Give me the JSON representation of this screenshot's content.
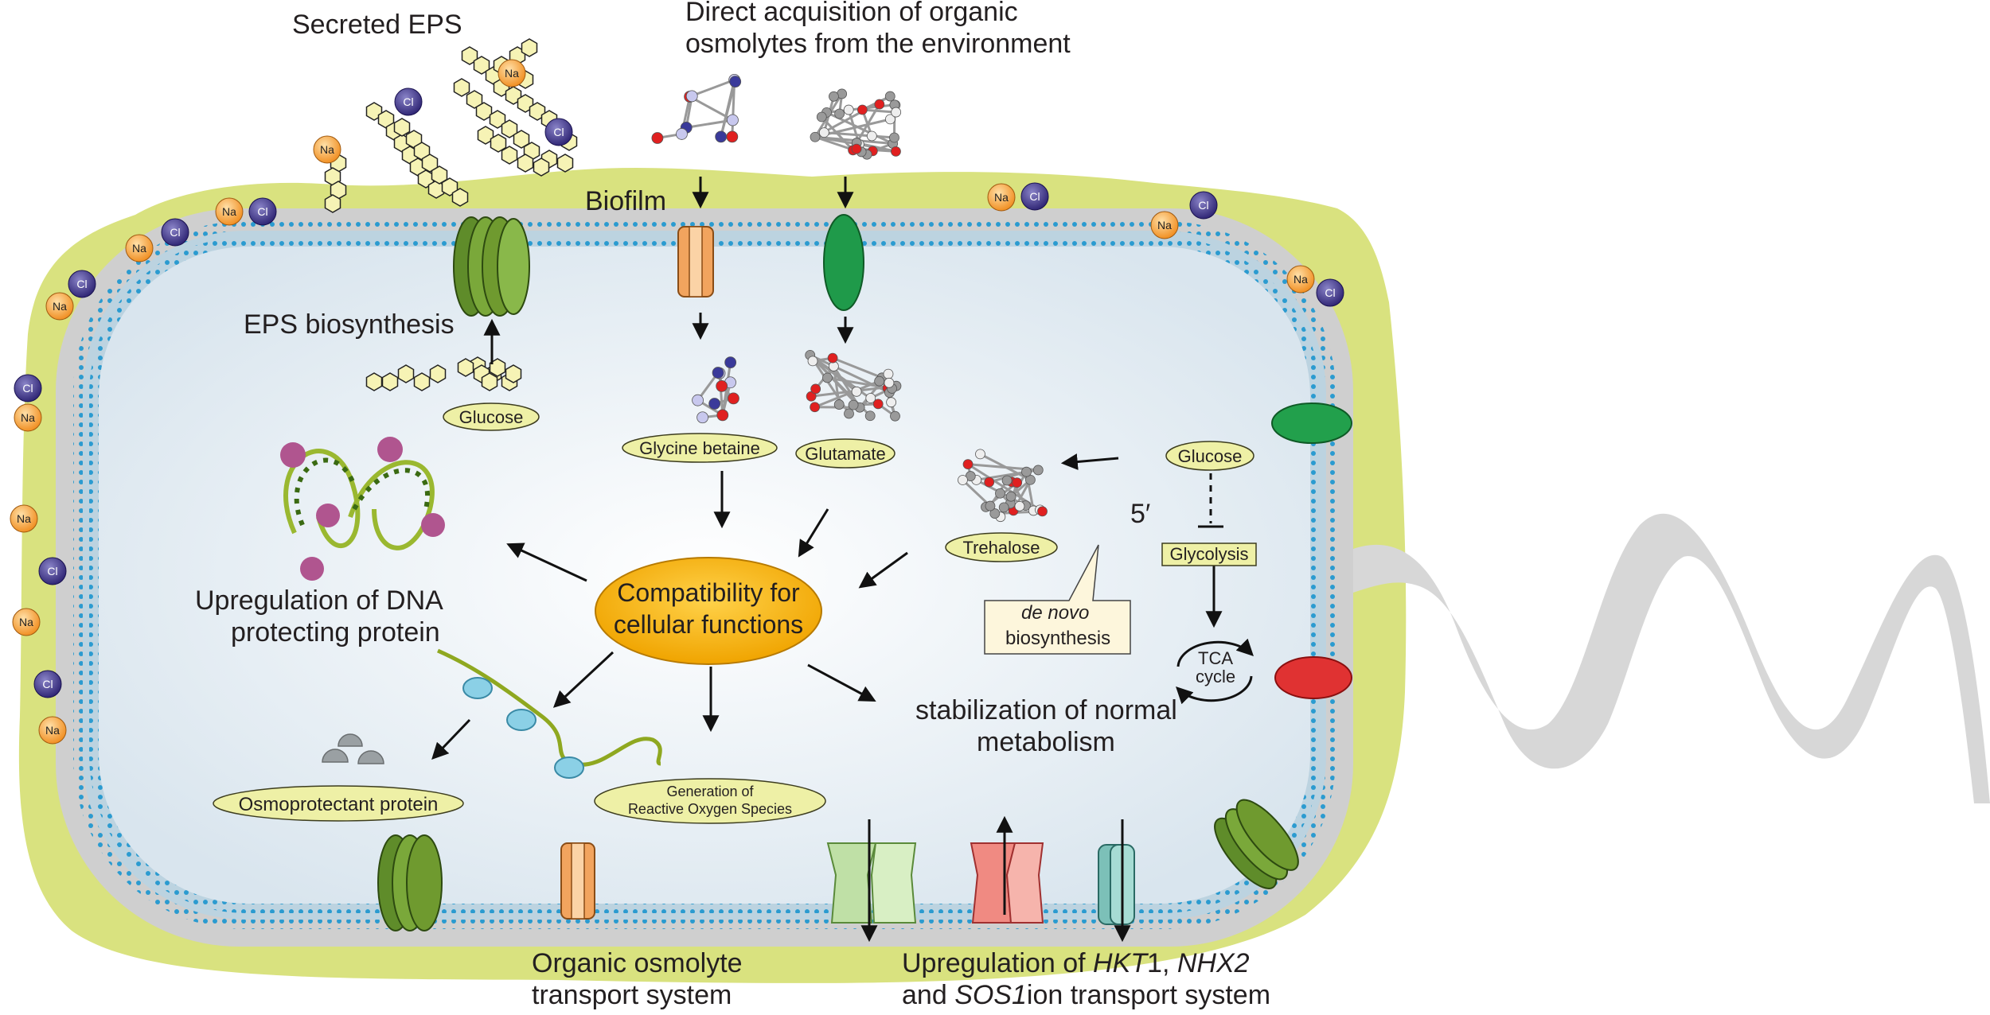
{
  "labels": {
    "secreted_eps": "Secreted EPS",
    "direct_acq_1": "Direct acquisition of organic",
    "direct_acq_2": "osmolytes  from the environment",
    "biofilm": "Biofilm",
    "eps_biosynthesis": "EPS biosynthesis",
    "upregulation_dna_1": "Upregulation of DNA",
    "upregulation_dna_2": "protecting protein",
    "compat_1": "Compatibility for",
    "compat_2": "cellular functions",
    "stabilization_1": "stabilization of normal",
    "stabilization_2": "metabolism",
    "organic_transport_1": "Organic osmolyte",
    "organic_transport_2": "transport system",
    "upreg_ion_1a": "Upregulation of ",
    "upreg_ion_1b": "HKT",
    "upreg_ion_1c": "1, ",
    "upreg_ion_1d": "NHX2",
    "upreg_ion_2a": "and ",
    "upreg_ion_2b": "SOS1",
    "upreg_ion_2c": "ion transport system",
    "five_prime": "5′",
    "tca_1": "TCA",
    "tca_2": "cycle",
    "de_novo_a": "de novo",
    "de_novo_b": "biosynthesis"
  },
  "pills": {
    "glucose_eps": "Glucose",
    "glycine_betaine": "Glycine betaine",
    "glutamate": "Glutamate",
    "glucose_right": "Glucose",
    "trehalose": "Trehalose",
    "glycolysis": "Glycolysis",
    "osmoprotectant": "Osmoprotectant protein",
    "ros_1": "Generation of",
    "ros_2": "Reactive Oxygen Species"
  },
  "ions": {
    "sodium": "Na",
    "chloride": "Cl"
  },
  "colors": {
    "biofilm": "#d9e27f",
    "membrane_outer": "#cccccc",
    "membrane_blue": "#2b9bd0",
    "cytoplasm": "#e6eef4",
    "compat_fill": "#f5b400",
    "pill_fill": "#eef0a6",
    "sodium": "#f28c1e",
    "chloride": "#3a2f86",
    "eps_green": "#6f9a2f",
    "porter_orange": "#f0a05a",
    "channel_green": "#2a9a4a",
    "channel_red": "#e03030"
  }
}
